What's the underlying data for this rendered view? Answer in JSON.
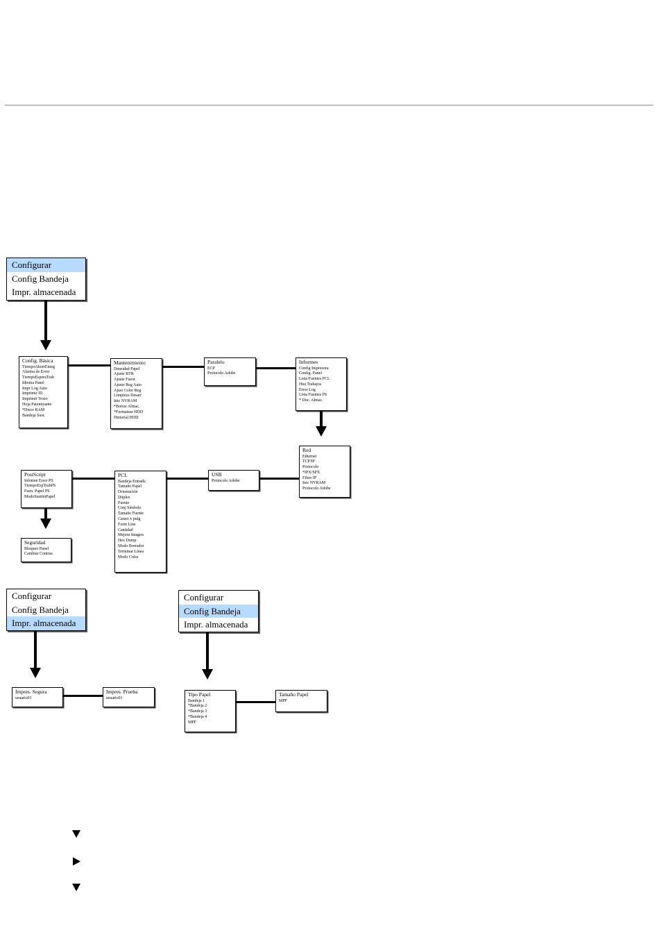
{
  "menu1": {
    "items": [
      "Configurar",
      "Config Bandeja",
      "Impr. almacenada"
    ],
    "selected": 0
  },
  "menu2": {
    "items": [
      "Configurar",
      "Config Bandeja",
      "Impr. almacenada"
    ],
    "selected": 2
  },
  "menu3": {
    "items": [
      "Configurar",
      "Config Bandeja",
      "Impr. almacenada"
    ],
    "selected": 1
  },
  "boxes": {
    "config_basica": {
      "title": "Config. Básica",
      "items": [
        "TiempoAhorrEnerg",
        "Alarma de Error",
        "TiempoEsperaTrab",
        "Idioma Panel",
        "Impr Log Auto",
        "Imprimir ID",
        "Imprimir Texto",
        "Hoja Patentizante",
        "*Disco RAM",
        "Bandeja Sust."
      ]
    },
    "mantenimiento": {
      "title": "Mantenimiento",
      "items": [
        "Densidad Papel",
        "Ajuste BTR",
        "Ajuste Fusor",
        "Ajuste Reg Auto",
        "Ajust Color Reg",
        "Limpieza Desarr",
        "Inic NVRAM",
        "*Borrar Almac.",
        "*Formatear HDD",
        "Historial HDD"
      ]
    },
    "paralelo": {
      "title": "Paralelo",
      "items": [
        "ECP",
        "Protocolo Adobe"
      ]
    },
    "informes": {
      "title": "Informes",
      "items": [
        "Config Impresora",
        "Config. Panel",
        "Lista Fuentes PCL",
        "Hist Trabajos",
        "Error Log",
        "Lista Fuentes PS",
        "* Doc. Almac."
      ]
    },
    "red": {
      "title": "Red",
      "items": [
        "Ethernet",
        "TCP/IP",
        "Protocolo",
        "*IPX/SPX",
        "Filtro IP",
        "Inic NVRAM",
        "Protocolo Adobe"
      ]
    },
    "usb": {
      "title": "USB",
      "items": [
        "Protocolo Adobe"
      ]
    },
    "pcl": {
      "title": "PCL",
      "items": [
        "Bandeja Entrada",
        "Tamaño Papel",
        "Orientación",
        "Dúplex",
        "Fuente",
        "Conj Símbolo",
        "Tamaño Fuente",
        "Caract x pulg",
        "Form Line",
        "Cantidad",
        "Mejora Imagen",
        "Hex Dump",
        "Modo Borrador",
        "Terminar Línea",
        "Modo Color"
      ]
    },
    "postscript": {
      "title": "PostScript",
      "items": [
        "Informe Error PS",
        "TiempoEspTrabPS",
        "Fuen. Papel PS",
        "ModoSustituPapel"
      ]
    },
    "seguridad": {
      "title": "Seguridad",
      "items": [
        "Bloqueo Panel",
        "Cambiar Contras"
      ]
    },
    "impres_segura": {
      "title": "Impres. Segura",
      "items": [
        "usuario01"
      ]
    },
    "impres_prueba": {
      "title": "Impres. Prueba",
      "items": [
        "usuario01"
      ]
    },
    "tipo_papel": {
      "title": "Tipo Papel",
      "items": [
        "Bandeja 1",
        "*Bandeja 2",
        "*Bandeja 3",
        "*Bandeja 4",
        "MPF"
      ]
    },
    "tamano_papel": {
      "title": "Tamaño Papel",
      "items": [
        "MPF"
      ]
    }
  },
  "legend": {
    "icons": [
      "down-arrow-icon",
      "right-arrow-icon",
      "down-arrow-icon"
    ]
  }
}
